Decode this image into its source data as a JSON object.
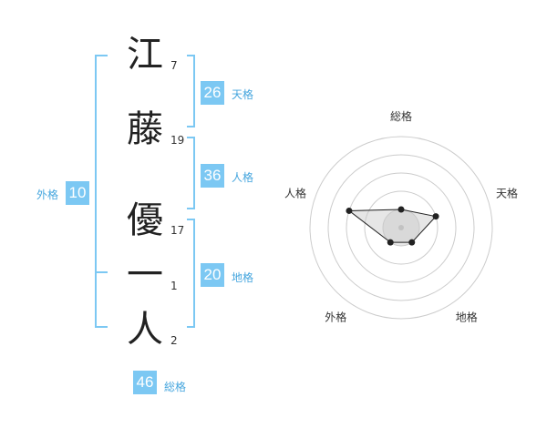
{
  "name_chars": [
    {
      "char": "江",
      "strokes": "7"
    },
    {
      "char": "藤",
      "strokes": "19"
    },
    {
      "char": "優",
      "strokes": "17"
    },
    {
      "char": "一",
      "strokes": "1"
    },
    {
      "char": "人",
      "strokes": "2"
    }
  ],
  "kaku": {
    "tenkaku": {
      "value": "26",
      "label": "天格"
    },
    "jinkaku": {
      "value": "36",
      "label": "人格"
    },
    "chikaku": {
      "value": "20",
      "label": "地格"
    },
    "gaikaku": {
      "value": "10",
      "label": "外格"
    },
    "soukaku": {
      "value": "46",
      "label": "総格"
    }
  },
  "colors": {
    "accent": "#7cc8f3",
    "label": "#46a6de",
    "text": "#222222"
  },
  "chart_data": {
    "type": "radar",
    "axes": [
      "総格",
      "天格",
      "地格",
      "外格",
      "人格"
    ],
    "values": [
      1,
      2,
      1,
      1,
      3
    ],
    "scale_max": 5,
    "rings": 5,
    "grid": true
  }
}
